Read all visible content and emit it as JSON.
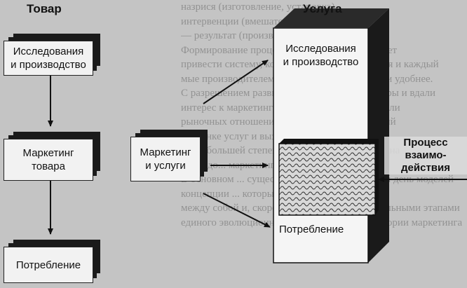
{
  "headings": {
    "left": "Товар",
    "right": "Услуга"
  },
  "boxes": {
    "tovar_research": [
      "Исследования",
      "и производство"
    ],
    "tovar_marketing": [
      "Маркетинг",
      "товара"
    ],
    "tovar_consumption": "Потребление",
    "usluga_marketing": [
      "Маркетинг",
      "и услуги"
    ],
    "usluga_research": [
      "Исследования",
      "и производство"
    ],
    "usluga_consumption": "Потребление"
  },
  "process_label": [
    "Процесс",
    "взаимо-",
    "действия"
  ],
  "background_text": [
    "назрися (изготовление, установка) ...",
    "   интервенции (вмешательство)",
    "   — результат (производство)",
    "Формирование процесса маркетинга генерирует",
    "привести систему, когда включить все решения и каждый",
    "мые производителем, сделает процесс проще и удобнее.",
    "С разрешением развития нематериальной сферы и вдали",
    "интерес к маркетингу услуг. Так, в новой модели",
    "рыночных отношений, маркетинговых решений",
    "на рынке услуг и вызвала",
    "В наибольшей степени связанных с тем, как и на",
    "счета до... маркетинга в сфере услуг.",
    "В основном ... существующих на сегодняшний день моделей",
    "концепции ... которые, безусловно, различны",
    "между собой и, скорее, являются последовательными этапами",
    "единого эволюционного процесса развития теории маркетинга"
  ]
}
